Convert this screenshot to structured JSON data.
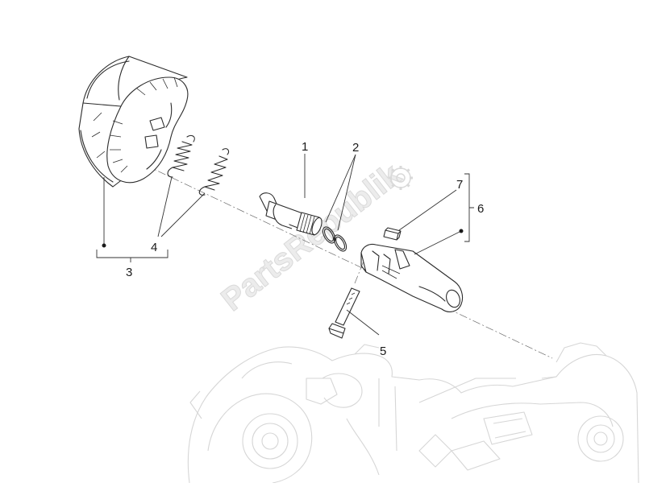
{
  "watermark": {
    "text": "PartsRepublik",
    "icon": "gear-icon"
  },
  "callouts": [
    {
      "id": "c1",
      "label": "1"
    },
    {
      "id": "c2",
      "label": "2"
    },
    {
      "id": "c3",
      "label": "3"
    },
    {
      "id": "c4",
      "label": "4"
    },
    {
      "id": "c5",
      "label": "5"
    },
    {
      "id": "c6",
      "label": "6"
    },
    {
      "id": "c7",
      "label": "7"
    }
  ],
  "parts": [
    {
      "ref": "1",
      "icon": "brake-camshaft-icon"
    },
    {
      "ref": "2",
      "icon": "o-ring-pair-icon"
    },
    {
      "ref": "3",
      "icon": "brake-shoe-set-icon"
    },
    {
      "ref": "4",
      "icon": "return-spring-pair-icon"
    },
    {
      "ref": "5",
      "icon": "bolt-icon"
    },
    {
      "ref": "6",
      "icon": "brake-lever-assembly-icon"
    },
    {
      "ref": "7",
      "icon": "key-icon"
    }
  ],
  "colors": {
    "ink": "#2b2b2b",
    "ghost": "#d6d6d6",
    "background": "#ffffff"
  }
}
